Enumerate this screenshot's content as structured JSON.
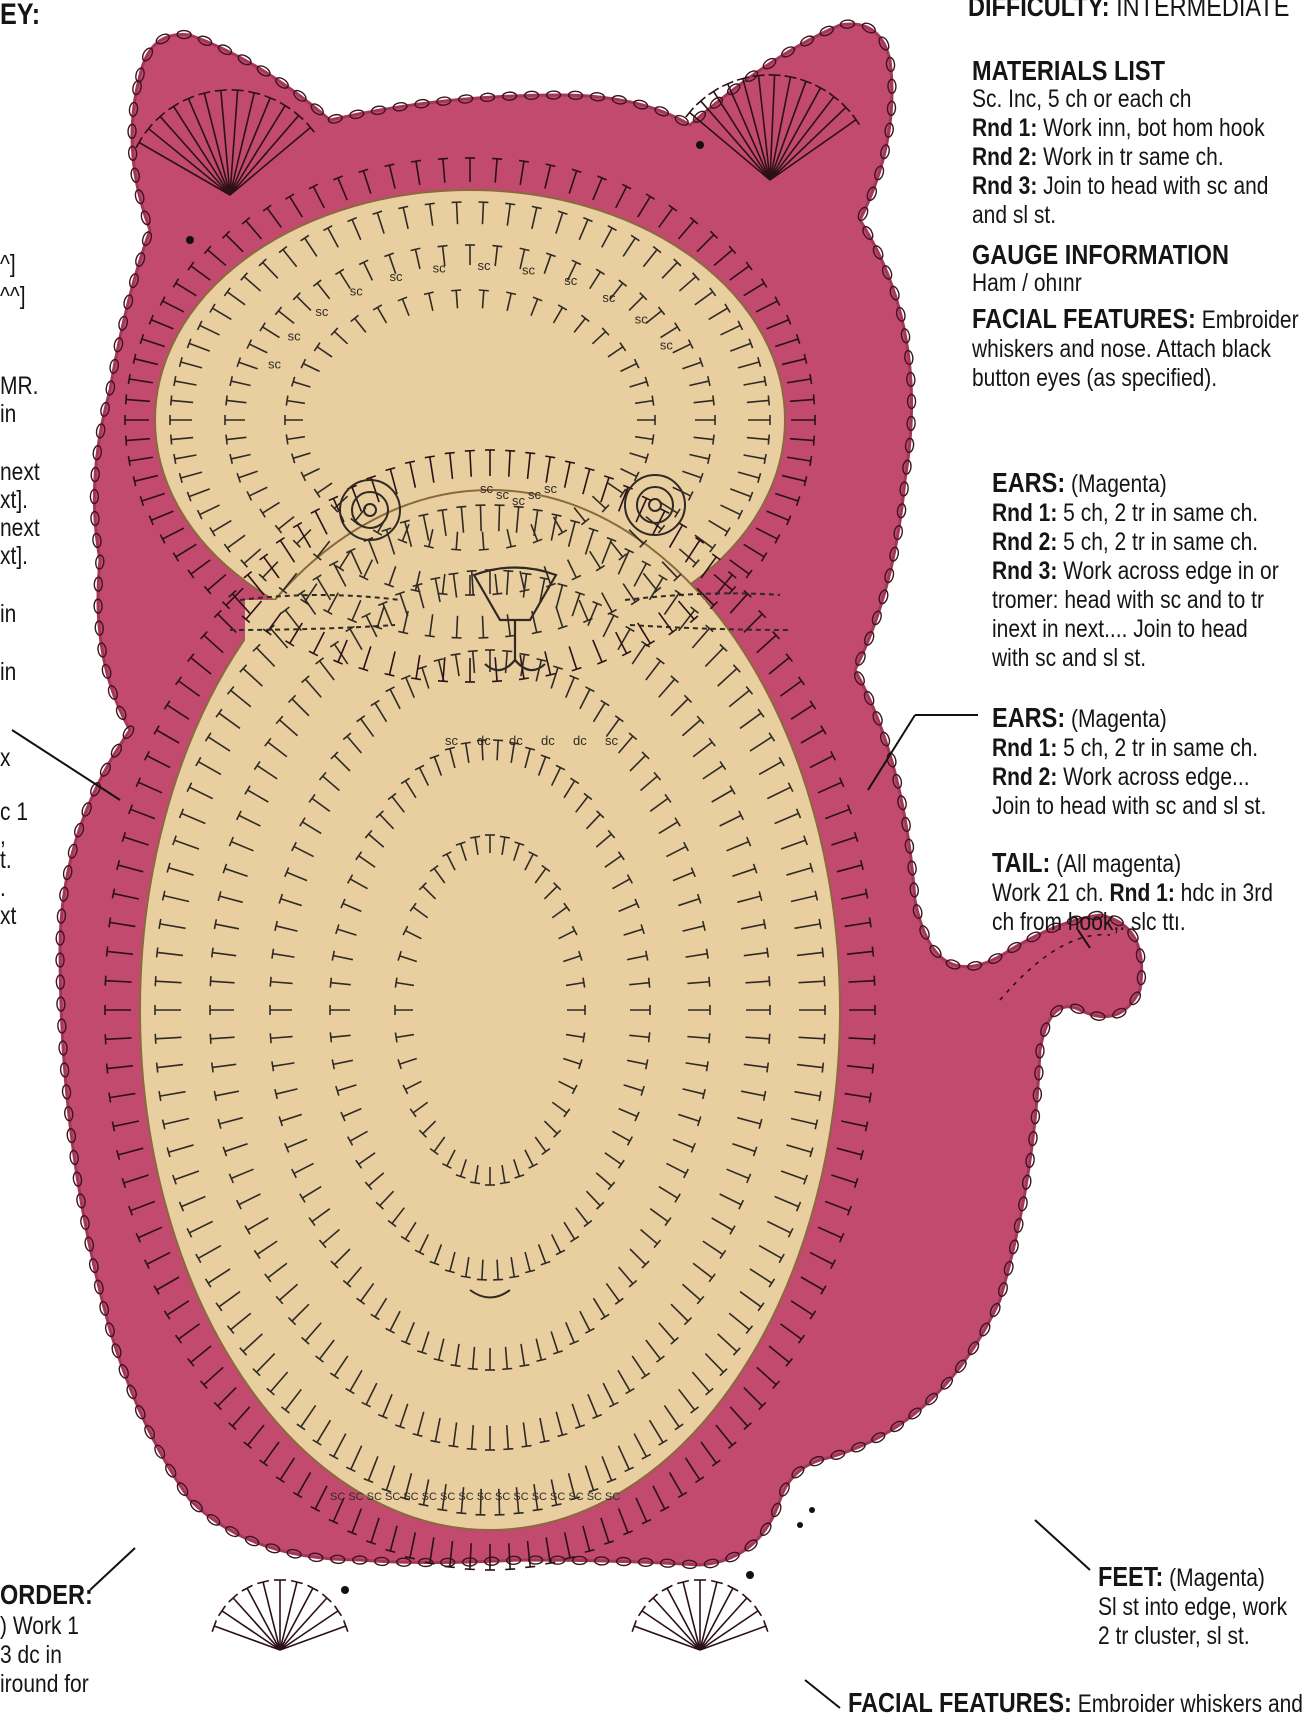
{
  "colors": {
    "border": "#c24a6e",
    "body": "#e9cf9f",
    "stitch": "#333333",
    "text": "#151515"
  },
  "left_column": {
    "key_title": "EY:",
    "lines": [
      "^]",
      "^^]",
      "MR.",
      "in",
      "next",
      "xt].",
      "next",
      "xt].",
      "in",
      "in",
      "x",
      "c 1",
      ",",
      "t.",
      ".",
      "xt"
    ],
    "border_title": "ORDER:",
    "border_lines": [
      ") Work 1",
      "3 dc in",
      "iround for"
    ]
  },
  "difficulty": {
    "label": "DIFFICULTY:",
    "value": "INTERMEDIATE"
  },
  "materials": {
    "title": "MATERIALS LIST",
    "line0": "Sc. Inc, 5 ch or each ch",
    "r1_label": "Rnd 1:",
    "r1_text": "Work inn, bot hom hook",
    "r2_label": "Rnd 2:",
    "r2_text": "Work in tr same ch.",
    "r3_label": "Rnd 3:",
    "r3_text": " Join to head with sc and",
    "r3_cont": "and sl st."
  },
  "gauge": {
    "title": "GAUGE INFORMATION",
    "text": "Ham / ohınr"
  },
  "facial_top": {
    "label": "FACIAL FEATURES:",
    "text": "Embroider",
    "l2": "whiskers and nose. Attach black",
    "l3": "button eyes (as specified)."
  },
  "ears1": {
    "label": "EARS:",
    "color": "(Magenta)",
    "r1_label": "Rnd 1:",
    "r1_text": "5 ch, 2 tr in same ch.",
    "r2_label": "Rnd 2:",
    "r2_text": "5 ch, 2 tr in same ch.",
    "r3_label": "Rnd 3:",
    "r3_text": "Work across edge in or",
    "l5": "tromer: head with sc and to tr",
    "l6": "inext in next.... Join to head",
    "l7": "with sc and sl st."
  },
  "ears2": {
    "label": "EARS:",
    "color": "(Magenta)",
    "r1_label": "Rnd 1:",
    "r1_text": "5 ch, 2 tr in same ch.",
    "r2_label": "Rnd 2:",
    "r2_text": "Work across edge...",
    "l4": "Join to head with sc and sl st."
  },
  "tail": {
    "label": "TAIL:",
    "color": "(All magenta)",
    "l2a": "Work 21 ch. ",
    "r1_label": "Rnd 1:",
    "l2b": " hdc in 3rd",
    "l3": "ch from hook,. slc ttı."
  },
  "feet": {
    "label": "FEET:",
    "color": "(Magenta)",
    "l2": "Sl st into edge, work",
    "l3": "2 tr cluster, sl st."
  },
  "facial_bottom": {
    "label": "FACIAL FEATURES:",
    "text": "Embroider whiskers and"
  },
  "stitch_labels": {
    "head_ring": [
      "sc",
      "sc",
      "sc",
      "sc",
      "sc",
      "sc",
      "sc",
      "sc",
      "sc",
      "sc",
      "sc",
      "sc"
    ],
    "muzzle": [
      "sc",
      "sc",
      "sc",
      "sc",
      "sc"
    ],
    "neck": [
      "sc",
      "dc",
      "dc",
      "dc",
      "dc",
      "sc"
    ],
    "bottom_row": "SC SC SC SC SC SC SC SC SC SC SC SC SC SC SC SC"
  }
}
